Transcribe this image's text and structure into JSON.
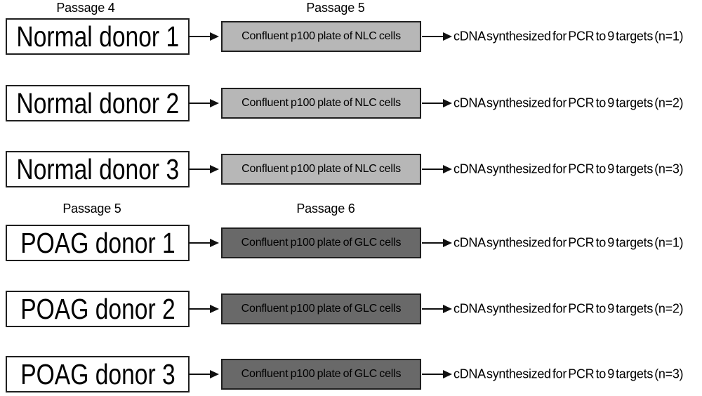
{
  "colors": {
    "donor_fill": "#ffffff",
    "nlc_fill": "#b7b7b7",
    "glc_fill": "#696969",
    "border": "#1f1f1f",
    "text": "#000000"
  },
  "groups": [
    {
      "donor_passage_label": "Passage 4",
      "plate_passage_label": "Passage 5",
      "plate_type": "NLC",
      "rows": [
        {
          "donor": "Normal donor 1",
          "plate": "Confluent p100 plate of NLC cells",
          "output": "cDNA synthesized for PCR to 9 targets (n=1)"
        },
        {
          "donor": "Normal donor 2",
          "plate": "Confluent p100 plate of NLC cells",
          "output": "cDNA synthesized for PCR to 9 targets (n=2)"
        },
        {
          "donor": "Normal donor 3",
          "plate": "Confluent p100 plate of NLC cells",
          "output": "cDNA synthesized for PCR to 9 targets (n=3)"
        }
      ]
    },
    {
      "donor_passage_label": "Passage 5",
      "plate_passage_label": "Passage 6",
      "plate_type": "GLC",
      "rows": [
        {
          "donor": "POAG donor 1",
          "plate": "Confluent p100 plate of GLC cells",
          "output": "cDNA synthesized for PCR to 9 targets (n=1)"
        },
        {
          "donor": "POAG donor 2",
          "plate": "Confluent p100 plate of GLC cells",
          "output": "cDNA synthesized for PCR to 9 targets (n=2)"
        },
        {
          "donor": "POAG donor 3",
          "plate": "Confluent p100 plate of GLC cells",
          "output": "cDNA synthesized for PCR to 9 targets (n=3)"
        }
      ]
    }
  ]
}
